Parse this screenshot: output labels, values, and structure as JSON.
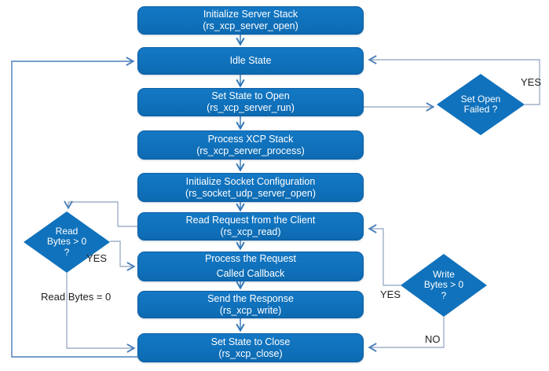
{
  "diagram_type": "flowchart",
  "colors": {
    "node_fill": "#1072BC",
    "node_border": "#0A5DA4",
    "node_text": "#FFFFFF",
    "flow_arrow": "#2E75B6",
    "loop_line": "#9FB0C7",
    "outer_loop_line": "#4A7EBB",
    "edge_label_text": "#1F1F1F"
  },
  "nodes": [
    {
      "name": "initialize-server-stack",
      "line1": "Initialize Server Stack",
      "line2": "(rs_xcp_server_open)"
    },
    {
      "name": "idle-state",
      "line1": "Idle State",
      "line2": ""
    },
    {
      "name": "set-state-to-open",
      "line1": "Set State to Open",
      "line2": "(rs_xcp_server_run)"
    },
    {
      "name": "process-xcp-stack",
      "line1": "Process XCP Stack",
      "line2": "(rs_xcp_server_process)"
    },
    {
      "name": "initialize-socket-configuration",
      "line1": "Initialize Socket Configuration",
      "line2": "(rs_socket_udp_server_open)"
    },
    {
      "name": "read-request-from-client",
      "line1": "Read Request from the Client",
      "line2": "(rs_xcp_read)"
    },
    {
      "name": "process-the-request",
      "line1": "Process  the Request",
      "line2": "Called Callback"
    },
    {
      "name": "send-the-response",
      "line1": "Send the Response",
      "line2": "(rs_xcp_write)"
    },
    {
      "name": "set-state-to-close",
      "line1": "Set State to Close",
      "line2": "(rs_xcp_close)"
    }
  ],
  "decisions": [
    {
      "name": "set-open-failed",
      "lines": [
        "Set Open",
        "Failed ?",
        ""
      ]
    },
    {
      "name": "read-bytes-gt-0",
      "lines": [
        "Read",
        "Bytes > 0",
        "?"
      ]
    },
    {
      "name": "write-bytes-gt-0",
      "lines": [
        "Write",
        "Bytes  > 0",
        "?"
      ]
    }
  ],
  "edge_labels": {
    "set_open_failed_yes": "YES",
    "read_bytes_yes": "YES",
    "read_bytes_zero": "Read Bytes = 0",
    "write_bytes_yes": "YES",
    "write_bytes_no": "NO"
  }
}
